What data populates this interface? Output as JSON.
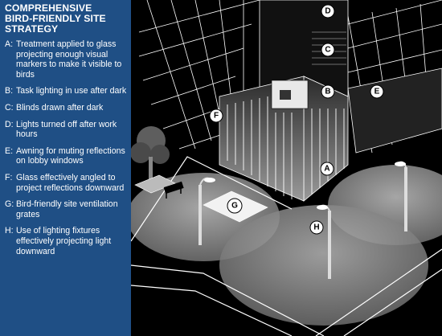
{
  "legend": {
    "title_line1": "COMPREHENSIVE",
    "title_line2": "BIRD-FRIENDLY SITE",
    "title_line3": "STRATEGY",
    "items": [
      {
        "key": "A:",
        "text": "Treatment applied to glass projecting enough visual markers to make it visible to birds"
      },
      {
        "key": "B:",
        "text": "Task lighting in use after dark"
      },
      {
        "key": "C:",
        "text": "Blinds drawn after dark"
      },
      {
        "key": "D:",
        "text": "Lights turned off after work hours"
      },
      {
        "key": "E:",
        "text": "Awning for muting reflections on lobby windows"
      },
      {
        "key": "F:",
        "text": "Glass effectively angled to project reflections downward"
      },
      {
        "key": "G:",
        "text": "Bird-friendly site ventilation grates"
      },
      {
        "key": "H:",
        "text": "Use of lighting fixtures effectively projecting light downward"
      }
    ]
  },
  "markers": {
    "a": "A",
    "b": "B",
    "c": "C",
    "d": "D",
    "e": "E",
    "f": "F",
    "g": "G",
    "h": "H"
  },
  "colors": {
    "panel": "#1f4f85",
    "background": "#000000",
    "glow": "#8d8d8d"
  }
}
